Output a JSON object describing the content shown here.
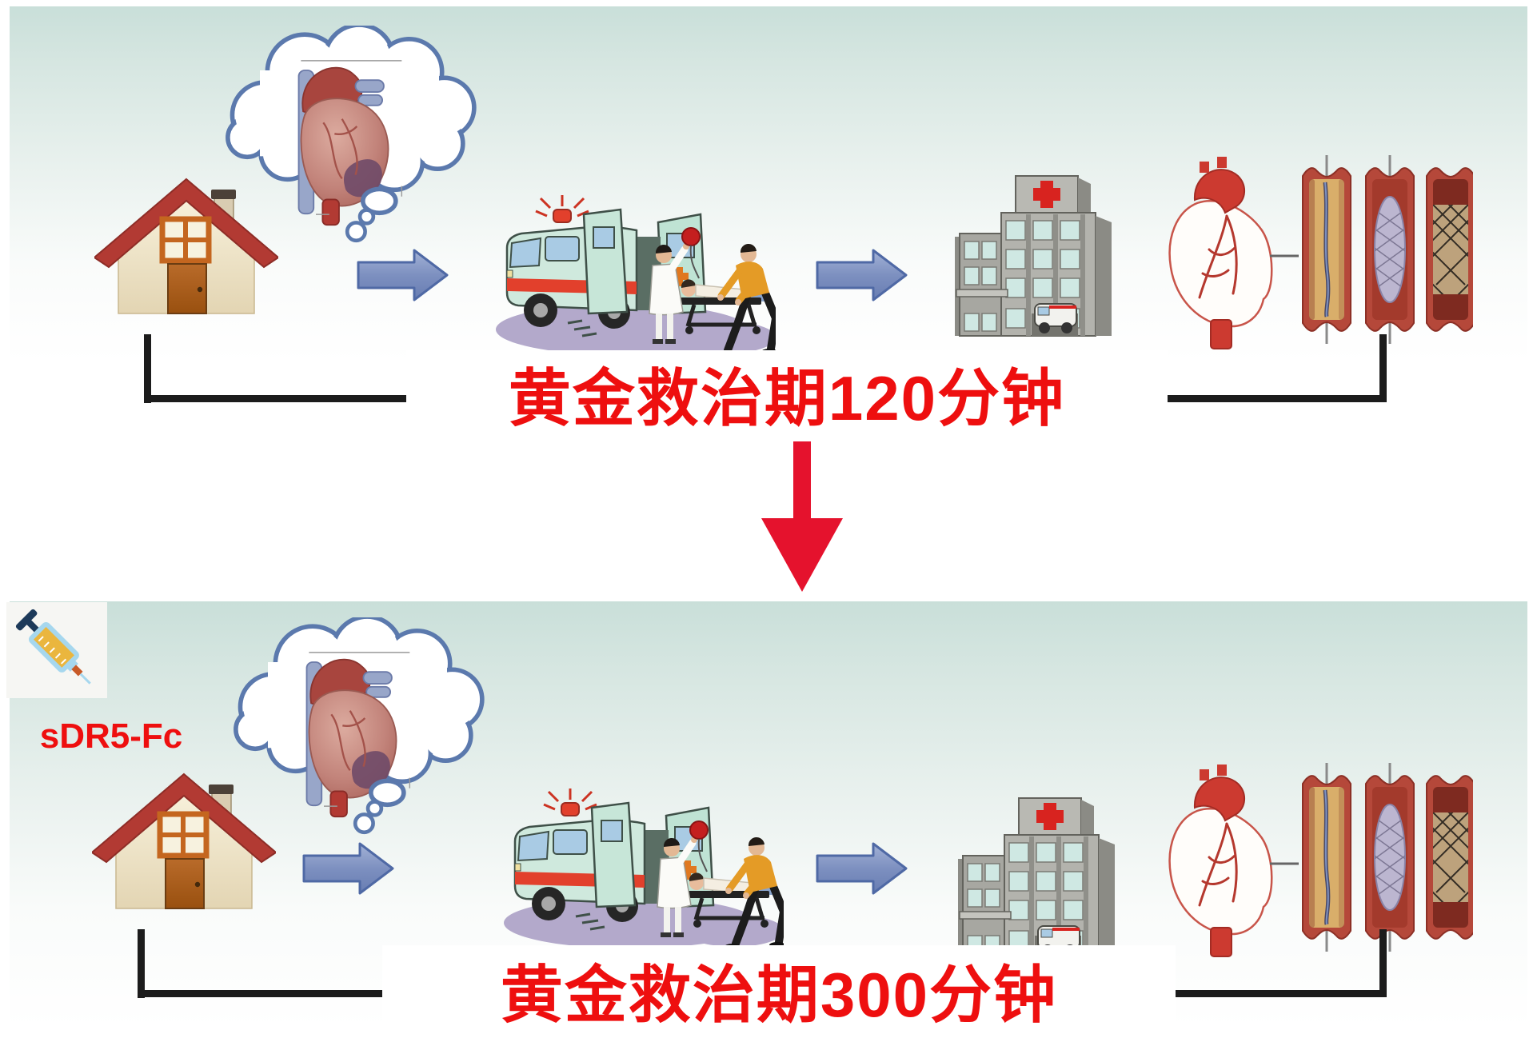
{
  "scenes": {
    "before": {
      "name": "without-drug",
      "golden_period_label": "黄金救治期120分钟",
      "steps": [
        "house-with-heart-attack-thought-bubble",
        "blue-right-arrow",
        "ambulance-loading-patient",
        "blue-right-arrow",
        "hospital-building",
        "coronary-heart-and-stent-stages"
      ]
    },
    "after": {
      "name": "with-sdr5-fc",
      "drug_label": "sDR5-Fc",
      "drug_icon": "syringe",
      "golden_period_label": "黄金救治期300分钟",
      "steps": [
        "house-with-heart-attack-thought-bubble",
        "blue-right-arrow",
        "ambulance-loading-patient",
        "blue-right-arrow",
        "hospital-building",
        "coronary-heart-and-stent-stages"
      ]
    }
  },
  "transition_icon": "red-down-arrow",
  "colors": {
    "label_red": "#ee0f0f",
    "transition_arrow_red": "#e5122d",
    "flow_arrow_blue": "#7388bc",
    "bracket_black": "#1c1c1c",
    "panel_teal": "#c9dfd9"
  }
}
